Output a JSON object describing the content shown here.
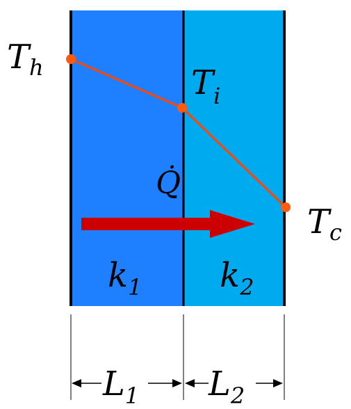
{
  "temperatures": {
    "hot": {
      "symbol": "T",
      "sub": "h"
    },
    "interface": {
      "symbol": "T",
      "sub": "i"
    },
    "cold": {
      "symbol": "T",
      "sub": "c"
    }
  },
  "heat_flow": {
    "symbol": "Q̇"
  },
  "layers": [
    {
      "conductivity": {
        "symbol": "k",
        "sub": "1"
      },
      "length": {
        "symbol": "L",
        "sub": "1"
      },
      "color": "#1f80ff"
    },
    {
      "conductivity": {
        "symbol": "k",
        "sub": "2"
      },
      "length": {
        "symbol": "L",
        "sub": "2"
      },
      "color": "#00aaee"
    }
  ],
  "colors": {
    "profile_line": "#ff4500",
    "profile_point": "#ff5a10",
    "arrow": "#cc0000",
    "wall_lines": "#000000"
  }
}
